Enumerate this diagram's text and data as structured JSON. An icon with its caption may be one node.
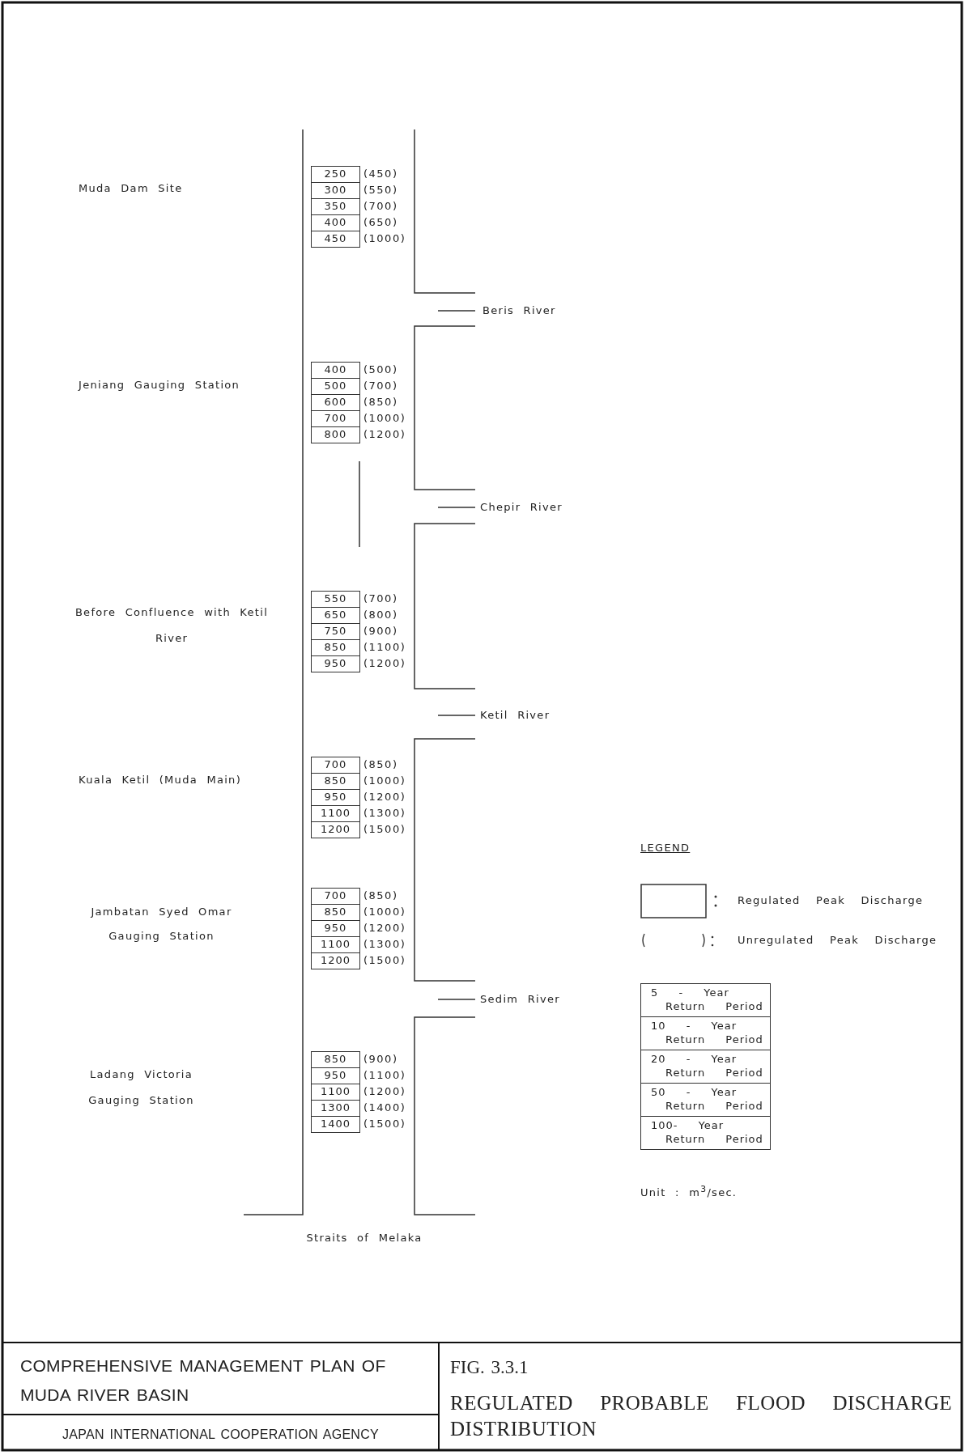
{
  "diagram": {
    "title": "REGULATED PROBABLE FLOOD DISCHARGE DISTRIBUTION",
    "nodes": [
      {
        "text": [
          "250"
        ],
        "beside": [
          "(450)"
        ]
      },
      {
        "text": [
          "300"
        ],
        "beside": [
          "(550)"
        ]
      },
      {
        "text": [
          "350"
        ],
        "beside": [
          "(700)"
        ]
      },
      {
        "text": [
          "400"
        ],
        "beside": [
          "(650)"
        ]
      },
      {
        "text": [
          "450"
        ],
        "beside": [
          "(1000)"
        ]
      },
      {
        "text": [
          "400"
        ],
        "beside": [
          "(500)"
        ]
      },
      {
        "text": [
          "500"
        ],
        "beside": [
          "(700)"
        ]
      },
      {
        "text": [
          "600"
        ],
        "beside": [
          "(850)"
        ]
      },
      {
        "text": [
          "700"
        ],
        "beside": [
          "(1000)"
        ]
      },
      {
        "text": [
          "800"
        ],
        "beside": [
          "(1200)"
        ]
      },
      {
        "text": [
          "550"
        ],
        "beside": [
          "(700)"
        ]
      },
      {
        "text": [
          "650"
        ],
        "beside": [
          "(800)"
        ]
      },
      {
        "text": [
          "750"
        ],
        "beside": [
          "(900)"
        ]
      },
      {
        "text": [
          "850"
        ],
        "beside": [
          "(1100)"
        ]
      },
      {
        "text": [
          "950"
        ],
        "beside": [
          "(1200)"
        ]
      },
      {
        "text": [
          "700"
        ],
        "beside": [
          "(850)"
        ]
      },
      {
        "text": [
          "850"
        ],
        "beside": [
          "(1000)"
        ]
      },
      {
        "text": [
          "950"
        ],
        "beside": [
          "(1200)"
        ]
      },
      {
        "text": [
          "1100"
        ],
        "beside": [
          "(1300)"
        ]
      },
      {
        "text": [
          "1200"
        ],
        "beside": [
          "(1500)"
        ]
      },
      {
        "text": [
          "700"
        ],
        "beside": [
          "(850)"
        ]
      },
      {
        "text": [
          "850"
        ],
        "beside": [
          "(1000)"
        ]
      },
      {
        "text": [
          "950"
        ],
        "beside": [
          "(1200)"
        ]
      },
      {
        "text": [
          "1100"
        ],
        "beside": [
          "(1300)"
        ]
      },
      {
        "text": [
          "1200"
        ],
        "beside": [
          "(1500)"
        ]
      },
      {
        "text": [
          "850"
        ],
        "beside": [
          "(900)"
        ]
      },
      {
        "text": [
          "950"
        ],
        "beside": [
          "(1100)"
        ]
      },
      {
        "text": [
          "1100"
        ],
        "beside": [
          "(1200)"
        ]
      },
      {
        "text": [
          "1300"
        ],
        "beside": [
          "(1400)"
        ]
      },
      {
        "text": [
          "1400"
        ],
        "beside": [
          "(1500)"
        ]
      },
      {
        "text": [
          "5 - Year Return Period"
        ]
      },
      {
        "text": [
          "10 - Year Return Period"
        ]
      },
      {
        "text": [
          "20 - Year Return Period"
        ]
      },
      {
        "text": [
          "50 - Year Return Period"
        ]
      },
      {
        "text": [
          "100- Year Return Period"
        ]
      }
    ],
    "labels": [
      "Muda Dam Site",
      "Beris River",
      "Jeniang Gauging Station",
      "Chepir River",
      "Before Confluence with Ketil River",
      "Ketil River",
      "Kuala Ketil (Muda Main)",
      "Jambatan Syed Omar Gauging Station",
      "Sedim River",
      "Ladang Victoria Gauging Station",
      "Straits of Melaka",
      "LEGEND",
      "Unit : m$^{3}$/sec.",
      "COMPREHENSIVE MANAGEMENT PLAN OF MUDA RIVER BASIN",
      "JAPAN INTERNATIONAL COOPERATION AGENCY",
      "FIG. 3.3.1"
    ],
    "legend": [
      {
        "text": "Regulated Peak Discharge"
      },
      {
        "text": "Unregulated Peak Discharge"
      }
    ]
  }
}
